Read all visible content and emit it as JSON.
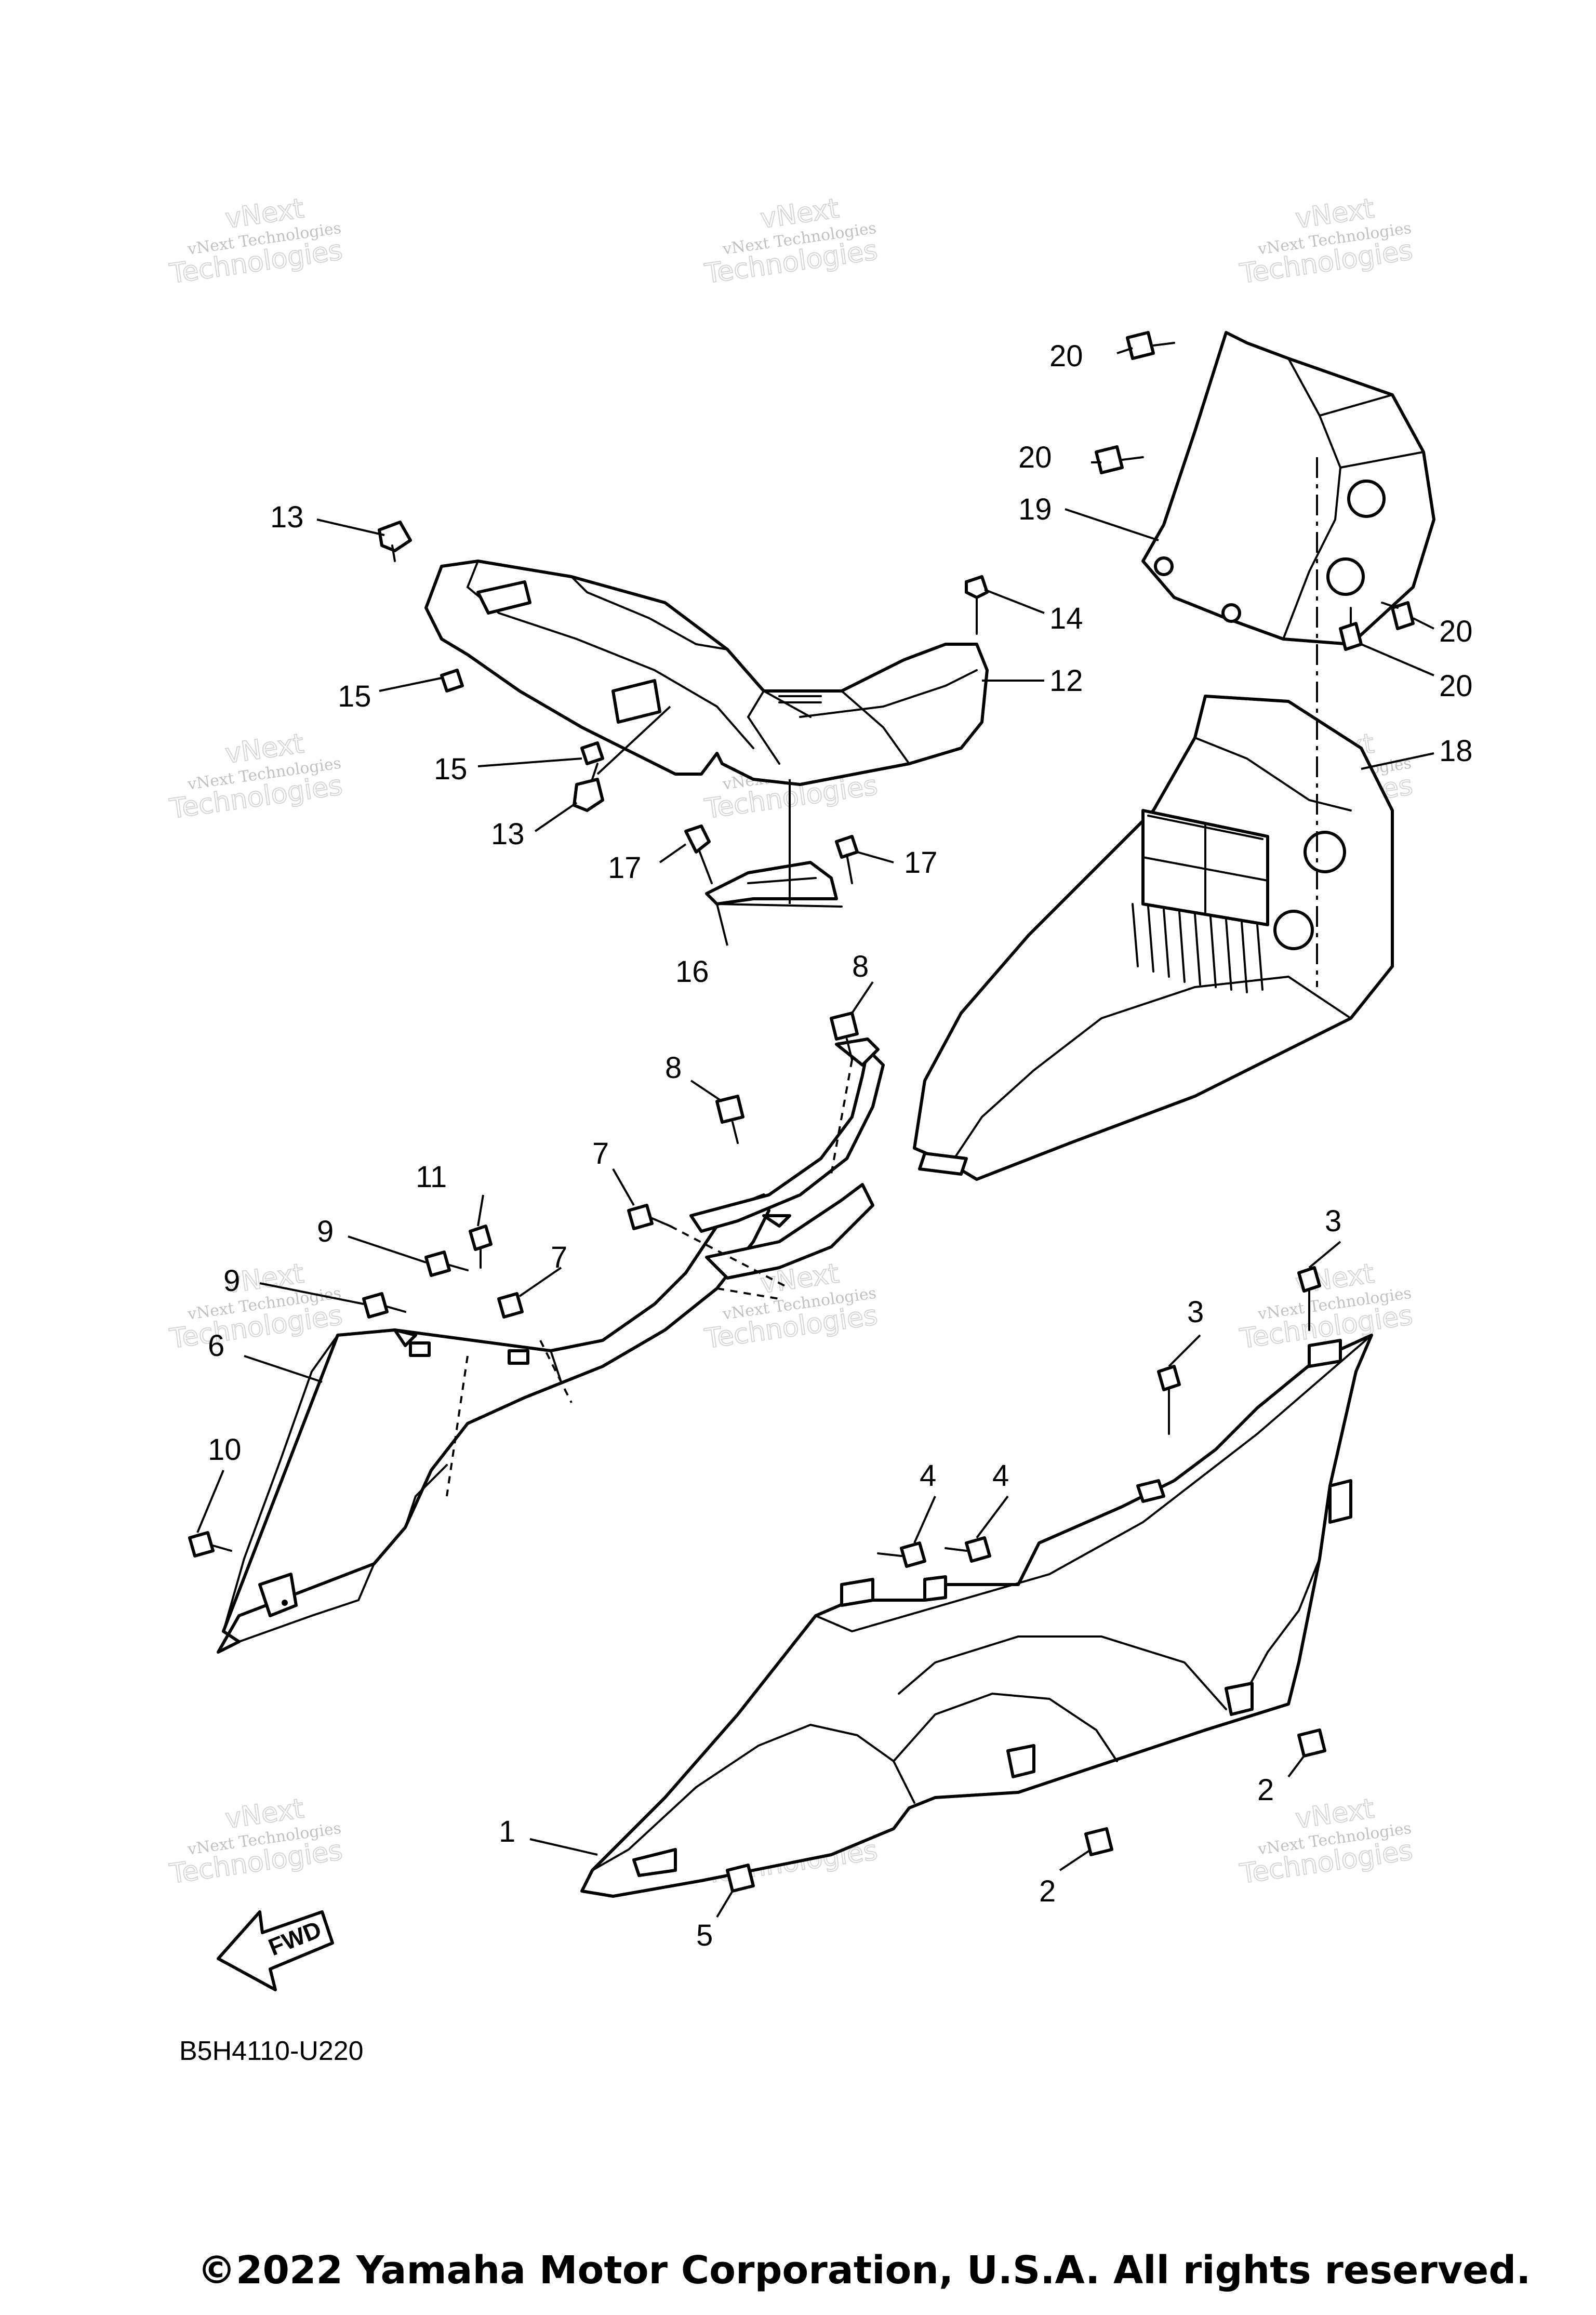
{
  "diagram": {
    "callouts": {
      "c1": "1",
      "c2a": "2",
      "c2b": "2",
      "c3a": "3",
      "c3b": "3",
      "c4a": "4",
      "c4b": "4",
      "c5": "5",
      "c6": "6",
      "c7a": "7",
      "c7b": "7",
      "c8a": "8",
      "c8b": "8",
      "c9a": "9",
      "c9b": "9",
      "c10": "10",
      "c11": "11",
      "c12": "12",
      "c13a": "13",
      "c13b": "13",
      "c14": "14",
      "c15a": "15",
      "c15b": "15",
      "c16": "16",
      "c17a": "17",
      "c17b": "17",
      "c18": "18",
      "c19": "19",
      "c20a": "20",
      "c20b": "20",
      "c20c": "20",
      "c20d": "20"
    },
    "fwd_label": "FWD",
    "diagram_code": "B5H4110-U220",
    "copyright": "©2022 Yamaha Motor Corporation, U.S.A. All rights reserved.",
    "watermark": {
      "line1": "vNext",
      "line2": "vNext Technologies",
      "line3": "Technologies"
    }
  }
}
